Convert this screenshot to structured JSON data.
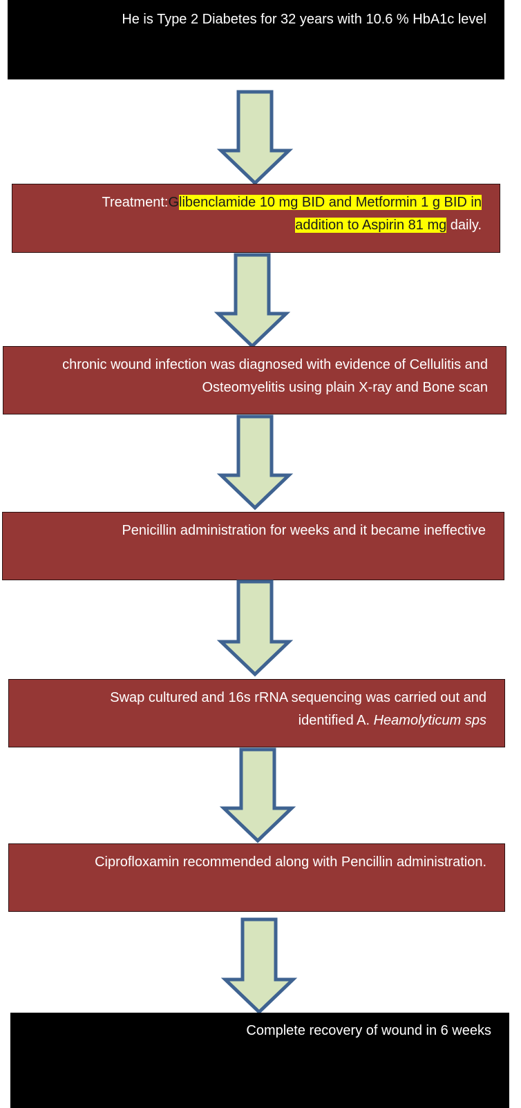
{
  "flowchart": {
    "steps": [
      {
        "text": "He is Type 2 Diabetes for 32 years with 10.6 % HbA1c level"
      },
      {
        "prefix": "Treatment:",
        "first_char": "G",
        "highlighted_line1": "libenclamide 10 mg BID and Metformin 1 g BID in",
        "highlighted_line2": "addition to Aspirin 81 mg",
        "suffix": " daily."
      },
      {
        "line1": "chronic wound infection was diagnosed with evidence of Cellulitis and",
        "line2": "Osteomyelitis using plain X-ray and Bone scan"
      },
      {
        "text": "Penicillin administration for weeks and it became ineffective"
      },
      {
        "line1": "Swap cultured and 16s rRNA sequencing was carried out and",
        "line2_prefix": "identified A. ",
        "line2_italic": "Heamolyticum sps"
      },
      {
        "text": "Ciprofloxamin recommended along with Pencillin administration."
      },
      {
        "text": "Complete recovery of wound in 6 weeks"
      }
    ]
  },
  "colors": {
    "black_box": "#000000",
    "red_box": "#953735",
    "highlight": "#ffff00",
    "arrow_fill": "#d7e4bd",
    "arrow_stroke": "#3f6391"
  }
}
